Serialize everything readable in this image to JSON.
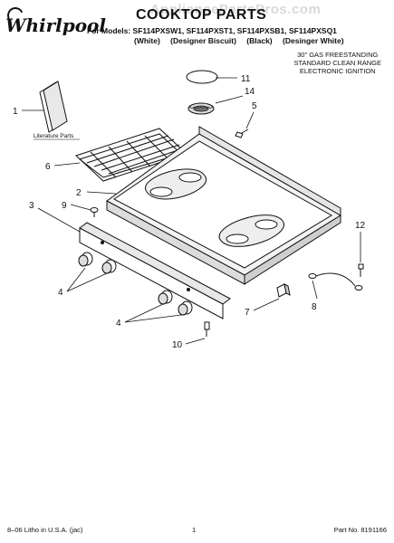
{
  "watermark": "AppliancePartsPros.com",
  "brand": "Whirlpool",
  "title": "COOKTOP PARTS",
  "models_line": "For Models: SF114PXSW1, SF114PXST1, SF114PXSB1, SF114PXSQ1",
  "model_variants": [
    "(White)",
    "(Designer Biscuit)",
    "(Black)",
    "(Desinger White)"
  ],
  "description": [
    "30\" GAS FREESTANDING",
    "STANDARD CLEAN RANGE",
    "ELECTRONIC IGNITION"
  ],
  "literature_label": "Literature Parts",
  "callouts": {
    "c1": "1",
    "c2": "2",
    "c3": "3",
    "c4a": "4",
    "c4b": "4",
    "c5": "5",
    "c6": "6",
    "c7": "7",
    "c8": "8",
    "c9": "9",
    "c10": "10",
    "c11": "11",
    "c12": "12",
    "c14": "14"
  },
  "footer": {
    "left": "8–06 Litho in U.S.A. (jac)",
    "page": "1",
    "part_no": "Part No. 8191166"
  }
}
